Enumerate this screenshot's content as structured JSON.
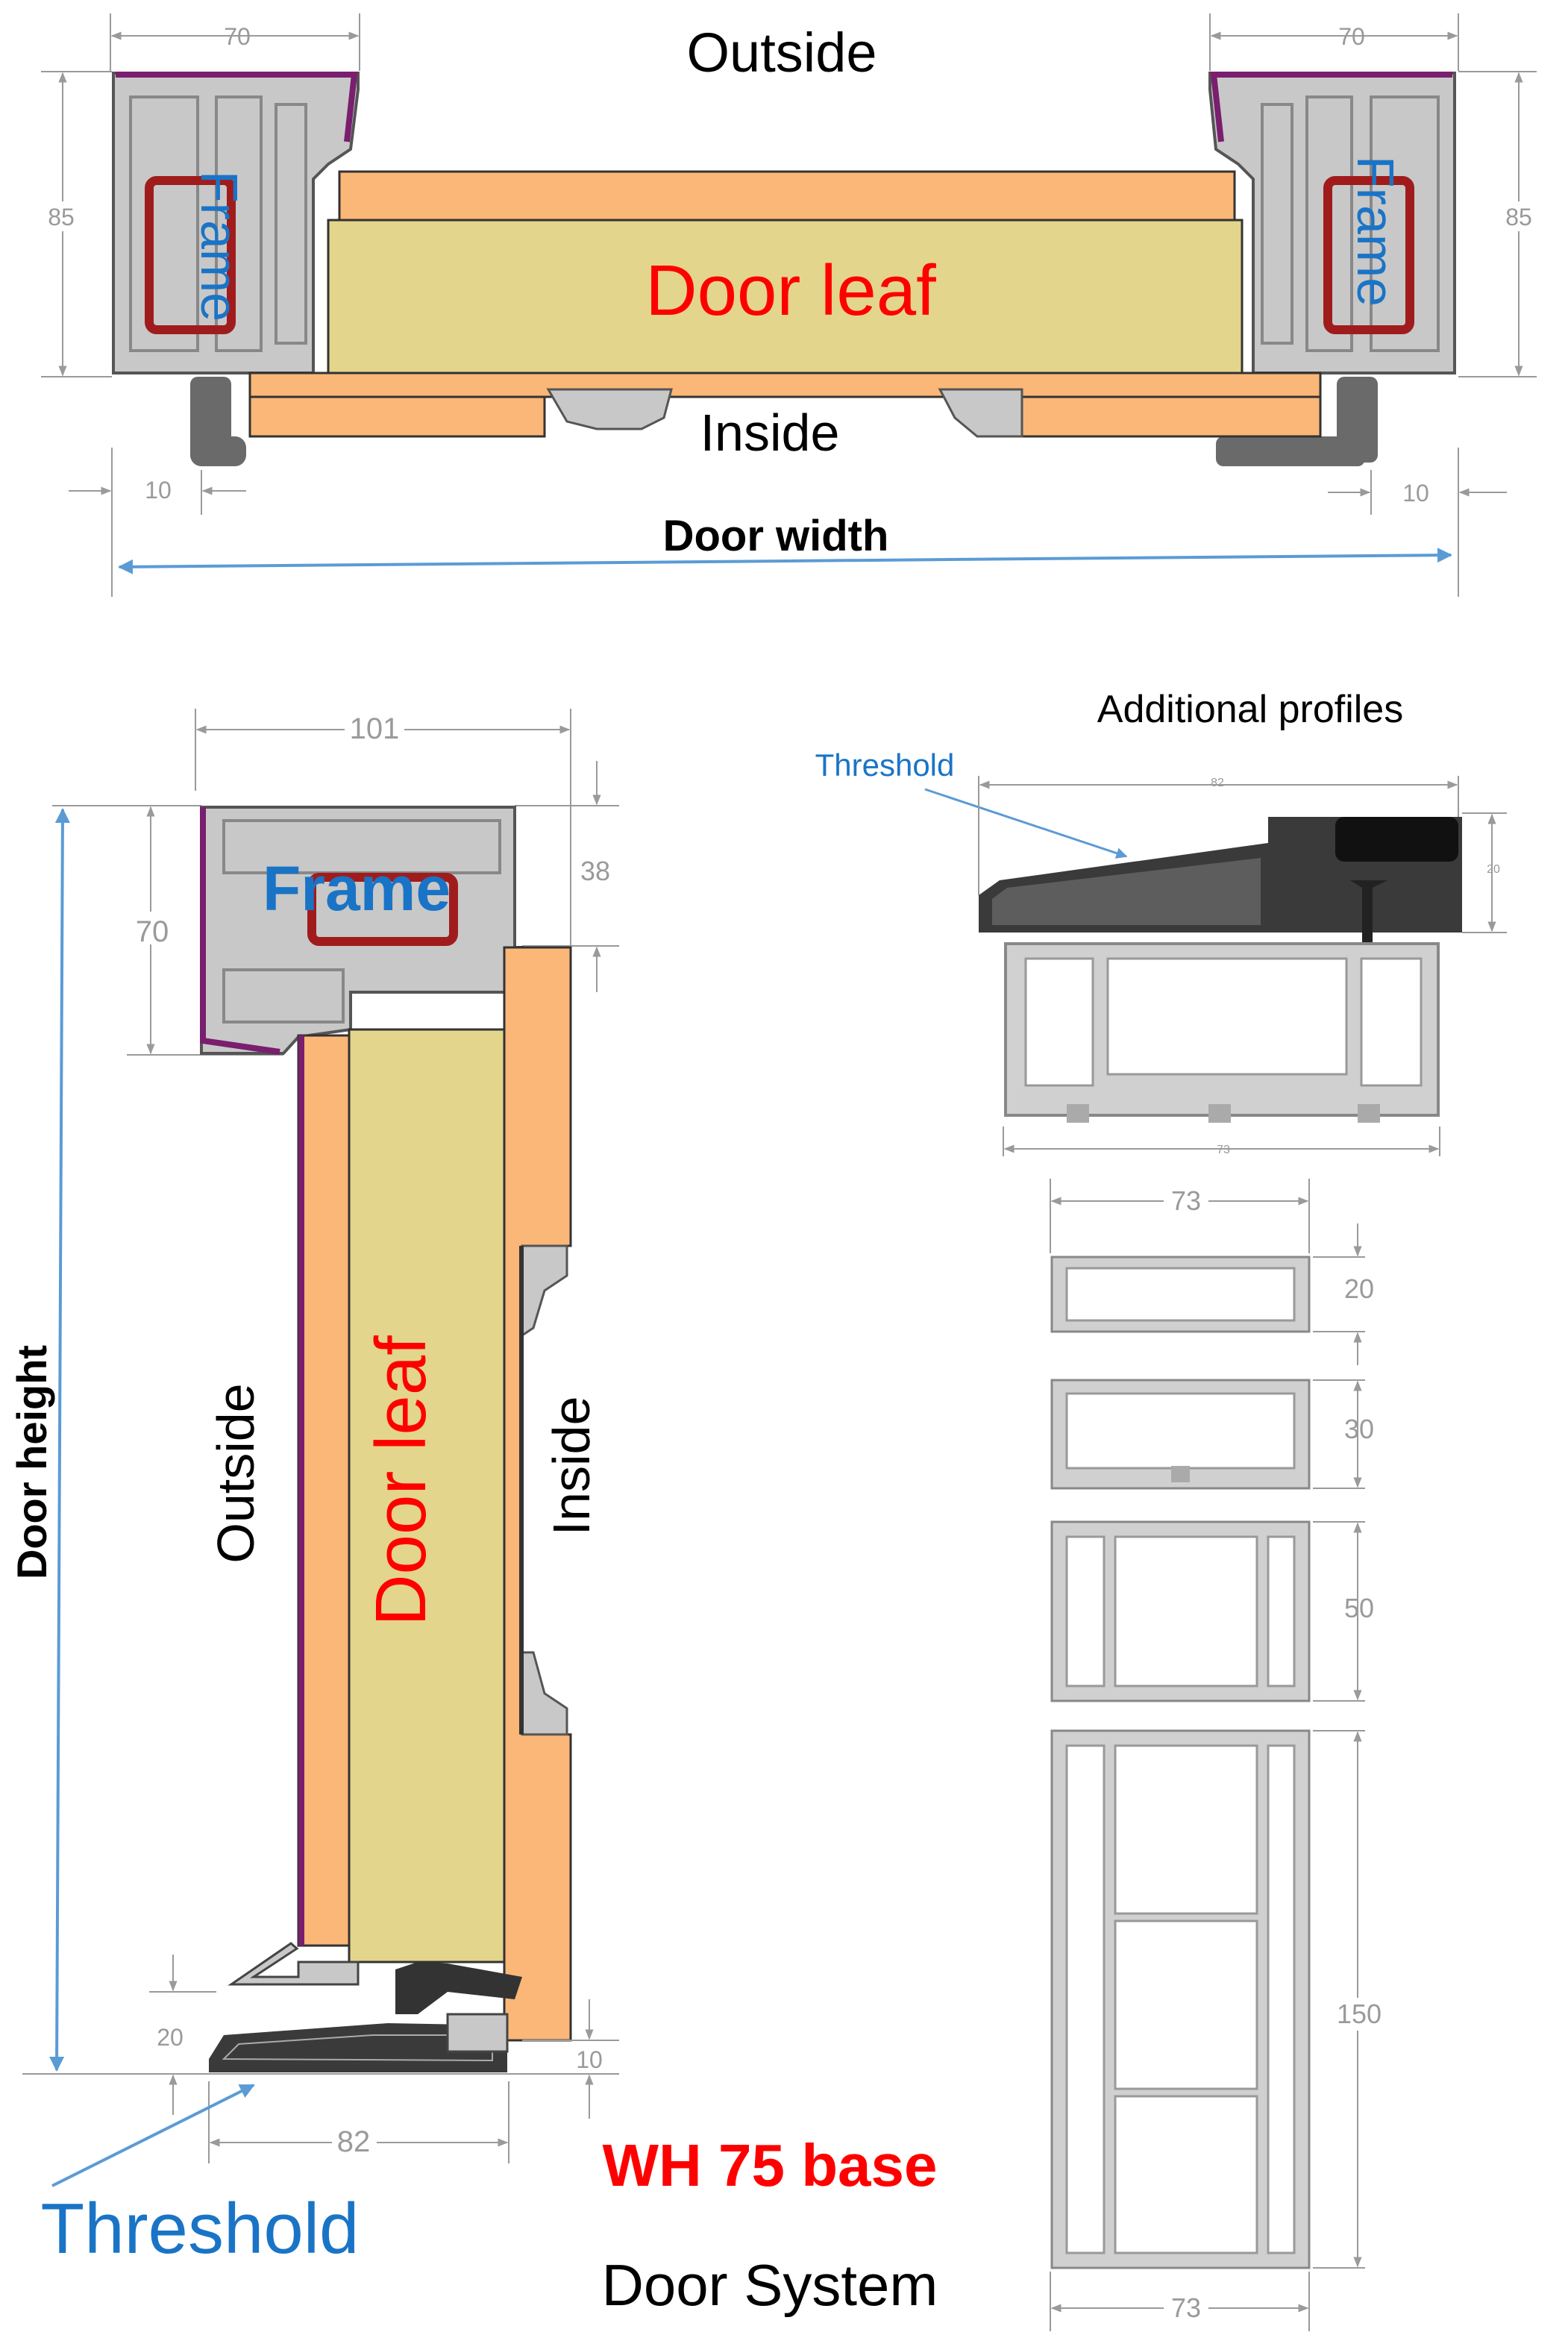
{
  "colors": {
    "frame_profile": "#c8c8c8",
    "frame_outline": "#555555",
    "purple_seal": "#7a1e6e",
    "door_core": "#e3d58c",
    "door_skin": "#fbb777",
    "steel": "#a01c1c",
    "gray_dim": "#9a9a9a",
    "blue_label": "#1a74c6",
    "red_label": "#ff0000",
    "arrow_blue": "#5b9bd5",
    "dark_profile": "#2f2f2f",
    "hinge": "#6a6a6a"
  },
  "top_view": {
    "outside_label": "Outside",
    "inside_label": "Inside",
    "door_leaf_label": "Door leaf",
    "frame_label_left": "Frame",
    "frame_label_right": "Frame",
    "dim_70_left": "70",
    "dim_70_right": "70",
    "dim_85_left": "85",
    "dim_85_right": "85",
    "dim_10_left": "10",
    "dim_10_right": "10",
    "door_width_label": "Door width"
  },
  "side_view": {
    "dim_101": "101",
    "dim_38": "38",
    "dim_70": "70",
    "dim_20": "20",
    "dim_10": "10",
    "dim_82": "82",
    "frame_label": "Frame",
    "door_leaf_label": "Door leaf",
    "outside_label": "Outside",
    "inside_label": "Inside",
    "door_height_label": "Door height",
    "threshold_label": "Threshold"
  },
  "additional": {
    "title": "Additional profiles",
    "threshold_label": "Threshold",
    "dim_82": "82",
    "dim_20": "20",
    "dim_73_bottom": "73",
    "profiles": [
      {
        "dim_top": "73",
        "dim_height": "20"
      },
      {
        "dim_height": "30"
      },
      {
        "dim_height": "50"
      },
      {
        "dim_height": "150",
        "dim_bottom": "73"
      }
    ]
  },
  "footer": {
    "product": "WH 75 base",
    "subtitle": "Door System"
  }
}
